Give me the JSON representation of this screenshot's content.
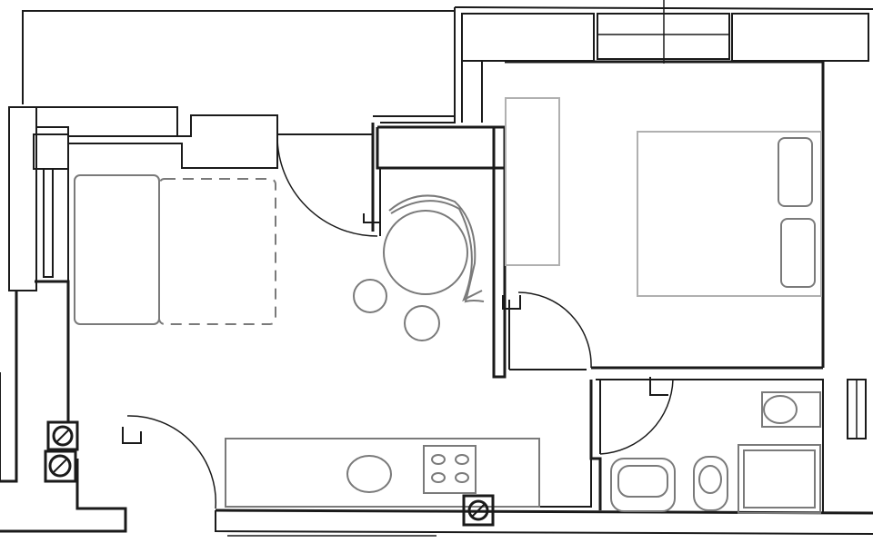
{
  "plan": {
    "colors": {
      "wall": "#1a1a1a",
      "furniture": "#7a7a7a",
      "light_furniture": "#b0b0b0",
      "background": "#ffffff"
    },
    "rooms": [
      "living-room",
      "bedroom",
      "bathroom",
      "kitchen"
    ]
  }
}
